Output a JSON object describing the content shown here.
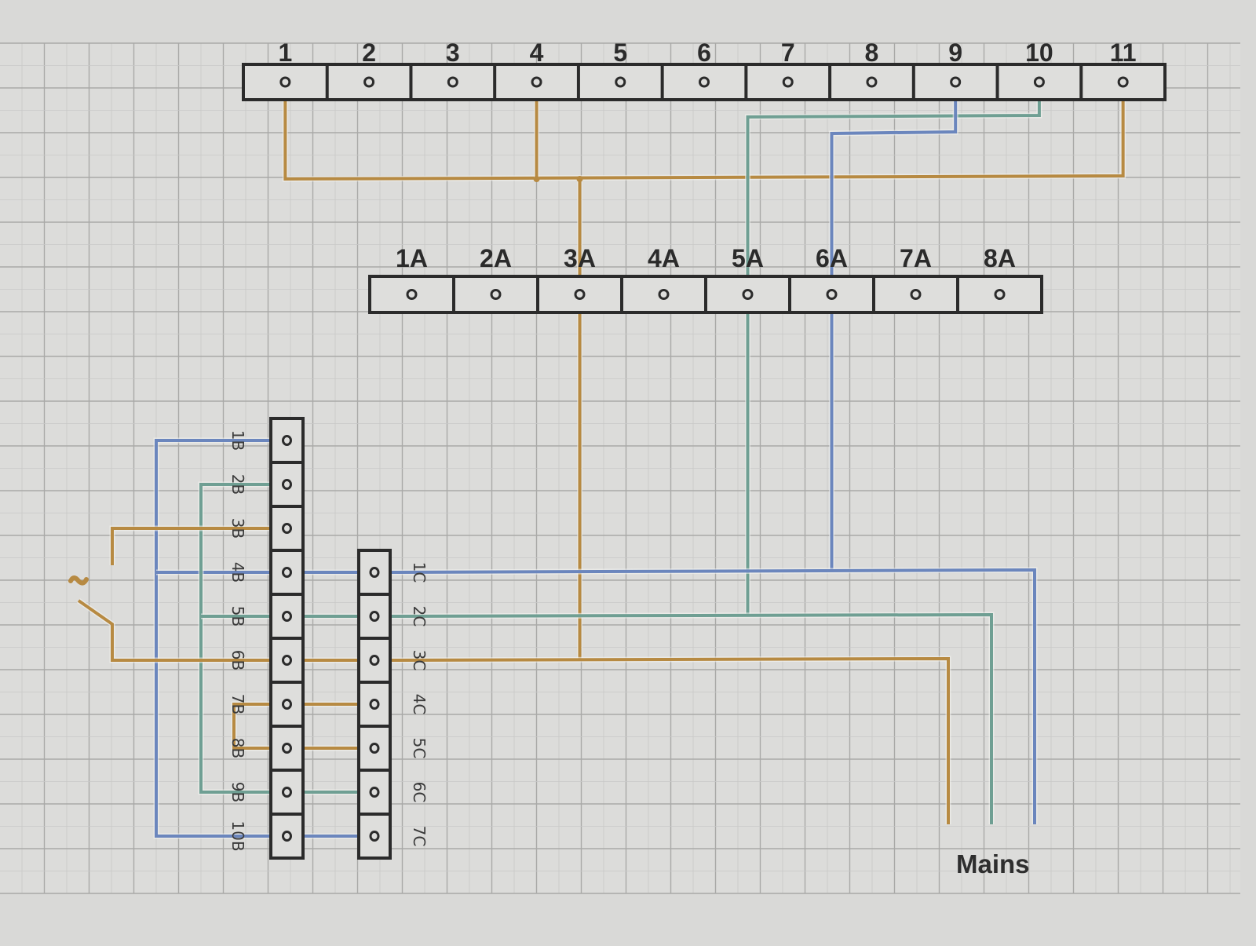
{
  "diagram": {
    "title": "Terminal wiring diagram",
    "colors": {
      "brown": "#b78a42",
      "green": "#6f9f93",
      "blue": "#6b86bd",
      "box_stroke": "#2b2b2b",
      "box_fill": "#dededc",
      "grid_minor": "#c9c9c7",
      "grid_major": "#a9a9a7",
      "paper": "#dcdcda"
    },
    "terminal_blocks": [
      {
        "id": "top",
        "orientation": "horizontal",
        "terminals": [
          "1",
          "2",
          "3",
          "4",
          "5",
          "6",
          "7",
          "8",
          "9",
          "10",
          "11"
        ]
      },
      {
        "id": "A",
        "orientation": "horizontal",
        "terminals": [
          "1A",
          "2A",
          "3A",
          "4A",
          "5A",
          "6A",
          "7A",
          "8A"
        ]
      },
      {
        "id": "B",
        "orientation": "vertical",
        "terminals": [
          "1B",
          "2B",
          "3B",
          "4B",
          "5B",
          "6B",
          "7B",
          "8B",
          "9B",
          "10B"
        ]
      },
      {
        "id": "C",
        "orientation": "vertical",
        "terminals": [
          "1C",
          "2C",
          "3C",
          "4C",
          "5C",
          "6C",
          "7C"
        ]
      }
    ],
    "mains_label": "Mains",
    "connections": [
      {
        "color": "brown",
        "from": "1",
        "to": "4",
        "via": "bus"
      },
      {
        "color": "brown",
        "from": "4",
        "to": "11",
        "via": "bus"
      },
      {
        "color": "brown",
        "from": "bus",
        "to": "3A"
      },
      {
        "color": "brown",
        "from": "3A",
        "to": "3C"
      },
      {
        "color": "brown",
        "from": "3C",
        "to": "Mains"
      },
      {
        "color": "brown",
        "from": "3B",
        "to": "switch"
      },
      {
        "color": "brown",
        "from": "switch",
        "to": "6B"
      },
      {
        "color": "brown",
        "from": "6B",
        "to": "3C"
      },
      {
        "color": "brown",
        "from": "7B",
        "to": "4C"
      },
      {
        "color": "brown",
        "from": "8B",
        "to": "5C"
      },
      {
        "color": "brown",
        "from": "7B",
        "to": "8B"
      },
      {
        "color": "green",
        "from": "10",
        "to": "5A"
      },
      {
        "color": "green",
        "from": "5A",
        "to": "2C"
      },
      {
        "color": "green",
        "from": "2C",
        "to": "Mains"
      },
      {
        "color": "green",
        "from": "2B",
        "to": "5B"
      },
      {
        "color": "green",
        "from": "5B",
        "to": "2C"
      },
      {
        "color": "green",
        "from": "9B",
        "to": "6C"
      },
      {
        "color": "green",
        "from": "2B",
        "to": "9B"
      },
      {
        "color": "blue",
        "from": "9",
        "to": "6A"
      },
      {
        "color": "blue",
        "from": "6A",
        "to": "1C"
      },
      {
        "color": "blue",
        "from": "1C",
        "to": "Mains"
      },
      {
        "color": "blue",
        "from": "1B",
        "to": "4B"
      },
      {
        "color": "blue",
        "from": "4B",
        "to": "1C"
      },
      {
        "color": "blue",
        "from": "10B",
        "to": "7C"
      },
      {
        "color": "blue",
        "from": "1B",
        "to": "10B"
      }
    ],
    "switch": {
      "type": "switch-contact",
      "color": "brown"
    }
  }
}
